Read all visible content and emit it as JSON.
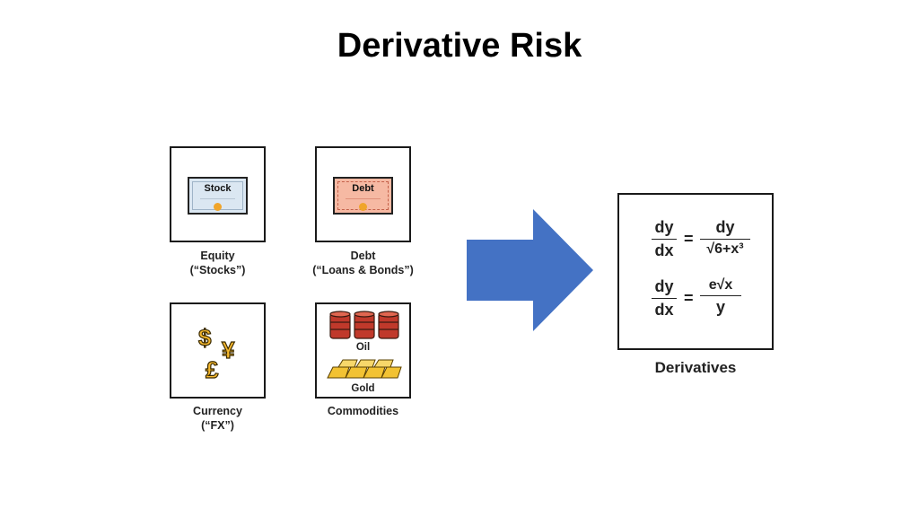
{
  "slide": {
    "title": "Derivative Risk"
  },
  "underlyings": {
    "equity": {
      "certificate_label": "Stock",
      "caption_line1": "Equity",
      "caption_line2": "(“Stocks”)"
    },
    "debt": {
      "certificate_label": "Debt",
      "caption_line1": "Debt",
      "caption_line2": "(“Loans & Bonds”)"
    },
    "currency": {
      "symbols": [
        "$",
        "¥",
        "£"
      ],
      "caption_line1": "Currency",
      "caption_line2": "(“FX”)"
    },
    "commodities": {
      "oil_label": "Oil",
      "gold_label": "Gold",
      "caption_line1": "Commodities"
    }
  },
  "derivatives": {
    "eq1": {
      "lhs_num": "dy",
      "lhs_den": "dx",
      "equals": "=",
      "rhs_num": "dy",
      "rhs_den": "√6+x³"
    },
    "eq2": {
      "lhs_num": "dy",
      "lhs_den": "dx",
      "equals": "=",
      "rhs_num": "e√x",
      "rhs_den": "y"
    },
    "label": "Derivatives"
  },
  "colors": {
    "arrow": "#4472c4",
    "stock_cert": "#dbe7f2",
    "debt_cert": "#f6b9a3",
    "seal": "#f0a52b",
    "oil_barrel": "#c0392b",
    "gold": "#f2c233",
    "currency": "#f5b82e"
  }
}
